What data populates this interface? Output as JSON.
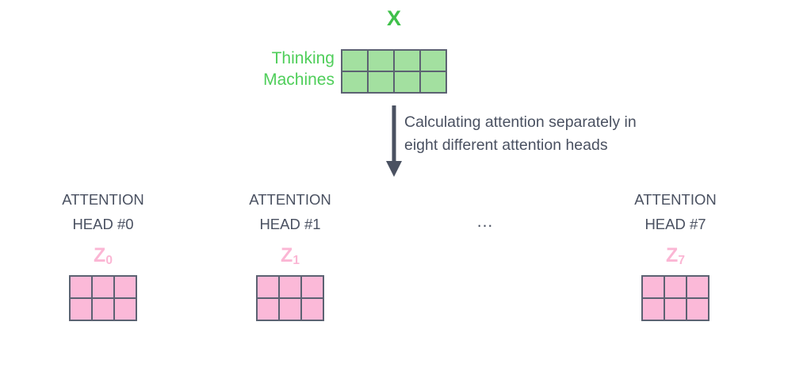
{
  "input": {
    "matrix_label": "X",
    "row_labels": [
      "Thinking",
      "Machines"
    ],
    "rows": 2,
    "cols": 4,
    "cell_color": "#a3e0a0",
    "label_color": "#3fc04a",
    "row_label_color": "#4fce5a",
    "border_color": "#5c6272"
  },
  "transition": {
    "caption_line1": "Calculating attention separately in",
    "caption_line2": "eight different attention heads",
    "arrow_color": "#4a5161",
    "caption_color": "#4a5161"
  },
  "heads": {
    "ellipsis": "...",
    "z_color": "#fbb6d4",
    "cell_color": "#fbb9d8",
    "items": [
      {
        "title_line1": "ATTENTION",
        "title_line2": "HEAD #0",
        "z_base": "Z",
        "z_sub": "0",
        "rows": 2,
        "cols": 3
      },
      {
        "title_line1": "ATTENTION",
        "title_line2": "HEAD #1",
        "z_base": "Z",
        "z_sub": "1",
        "rows": 2,
        "cols": 3
      },
      {
        "title_line1": "ATTENTION",
        "title_line2": "HEAD #7",
        "z_base": "Z",
        "z_sub": "7",
        "rows": 2,
        "cols": 3
      }
    ]
  }
}
